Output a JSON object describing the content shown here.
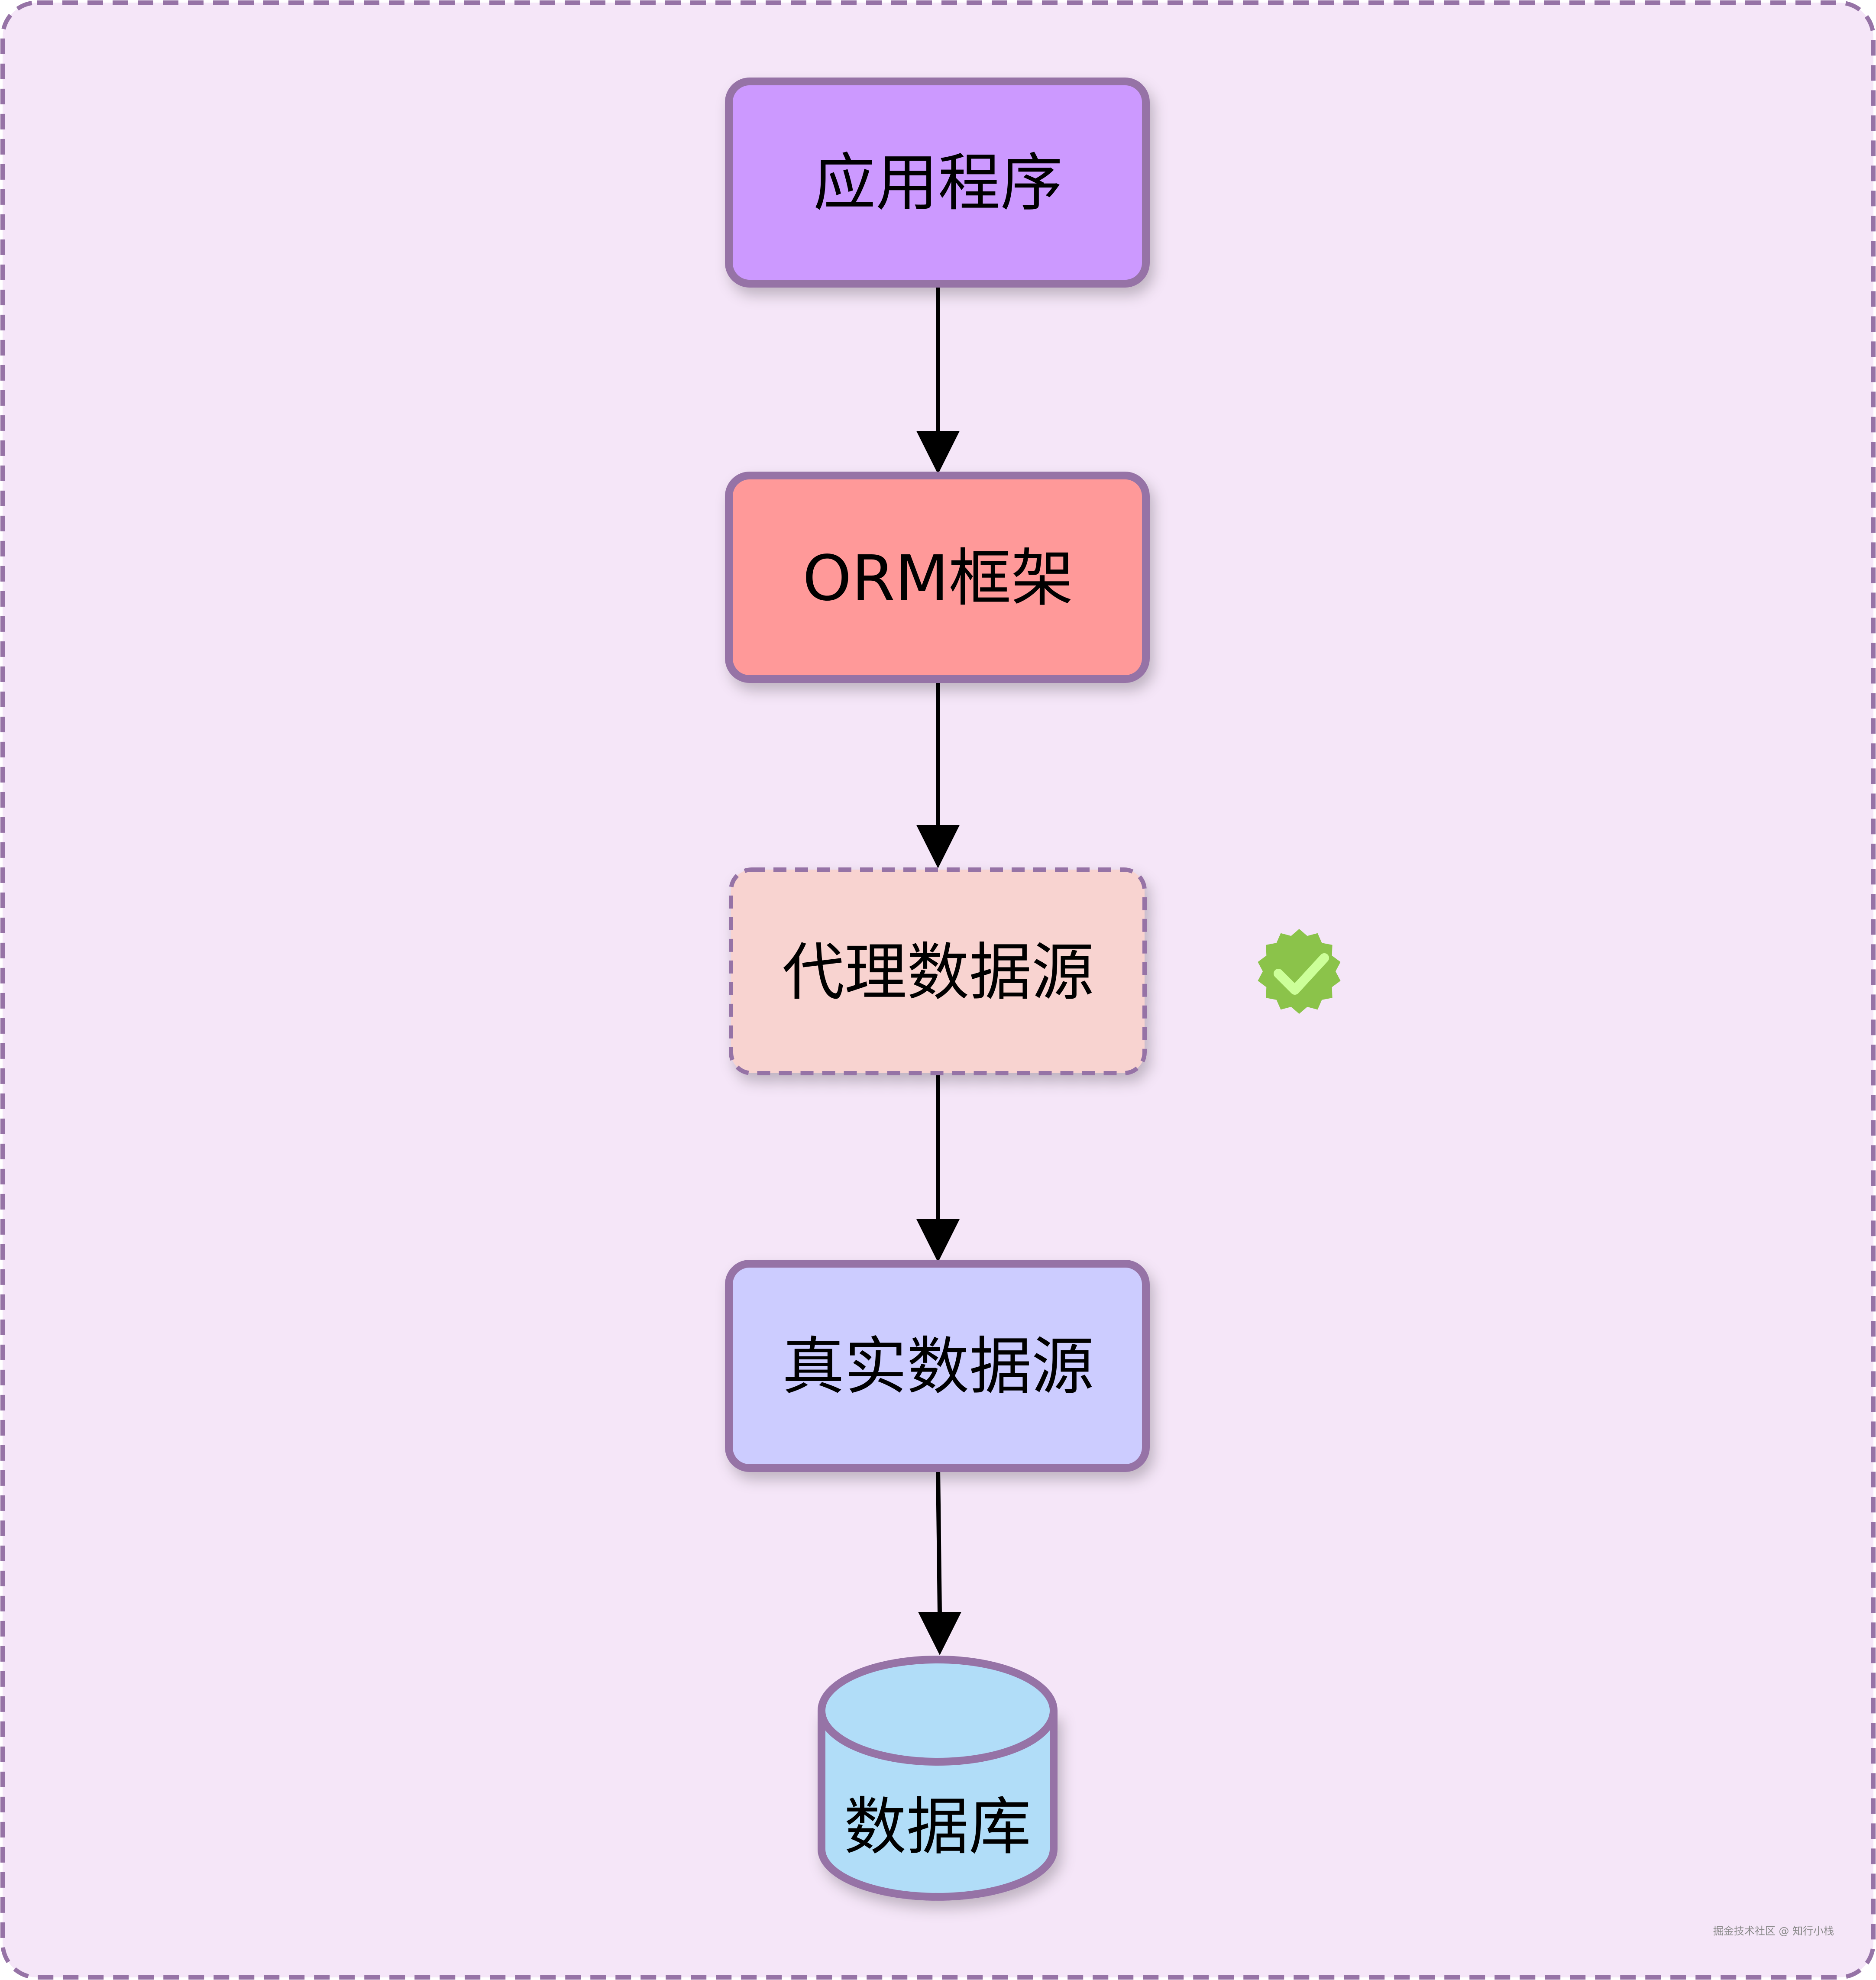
{
  "diagram": {
    "nodes": [
      {
        "id": "app",
        "label": "应用程序",
        "shape": "rounded-rect",
        "fill": "#CC99FF",
        "stroke": "#9673A6",
        "border": "solid"
      },
      {
        "id": "orm",
        "label": "ORM框架",
        "shape": "rounded-rect",
        "fill": "#FF9999",
        "stroke": "#9673A6",
        "border": "solid"
      },
      {
        "id": "proxy",
        "label": "代理数据源",
        "shape": "rounded-rect",
        "fill": "#F8D3D0",
        "stroke": "#9673A6",
        "border": "dashed"
      },
      {
        "id": "real",
        "label": "真实数据源",
        "shape": "rounded-rect",
        "fill": "#CCCCFF",
        "stroke": "#9673A6",
        "border": "solid"
      },
      {
        "id": "db",
        "label": "数据库",
        "shape": "cylinder",
        "fill": "#B1DDF8",
        "stroke": "#9673A6",
        "border": "solid"
      }
    ],
    "edges": [
      {
        "from": "app",
        "to": "orm"
      },
      {
        "from": "orm",
        "to": "proxy"
      },
      {
        "from": "proxy",
        "to": "real"
      },
      {
        "from": "real",
        "to": "db"
      }
    ],
    "badge": {
      "icon": "verified-check-icon",
      "attached_to": "proxy",
      "fill": "#8BC34A",
      "check_color": "#CCFF99"
    },
    "container": {
      "fill": "#F5E6F8",
      "stroke": "#9673A6",
      "border": "dashed"
    }
  },
  "watermark": "掘金技术社区 @ 知行小栈"
}
